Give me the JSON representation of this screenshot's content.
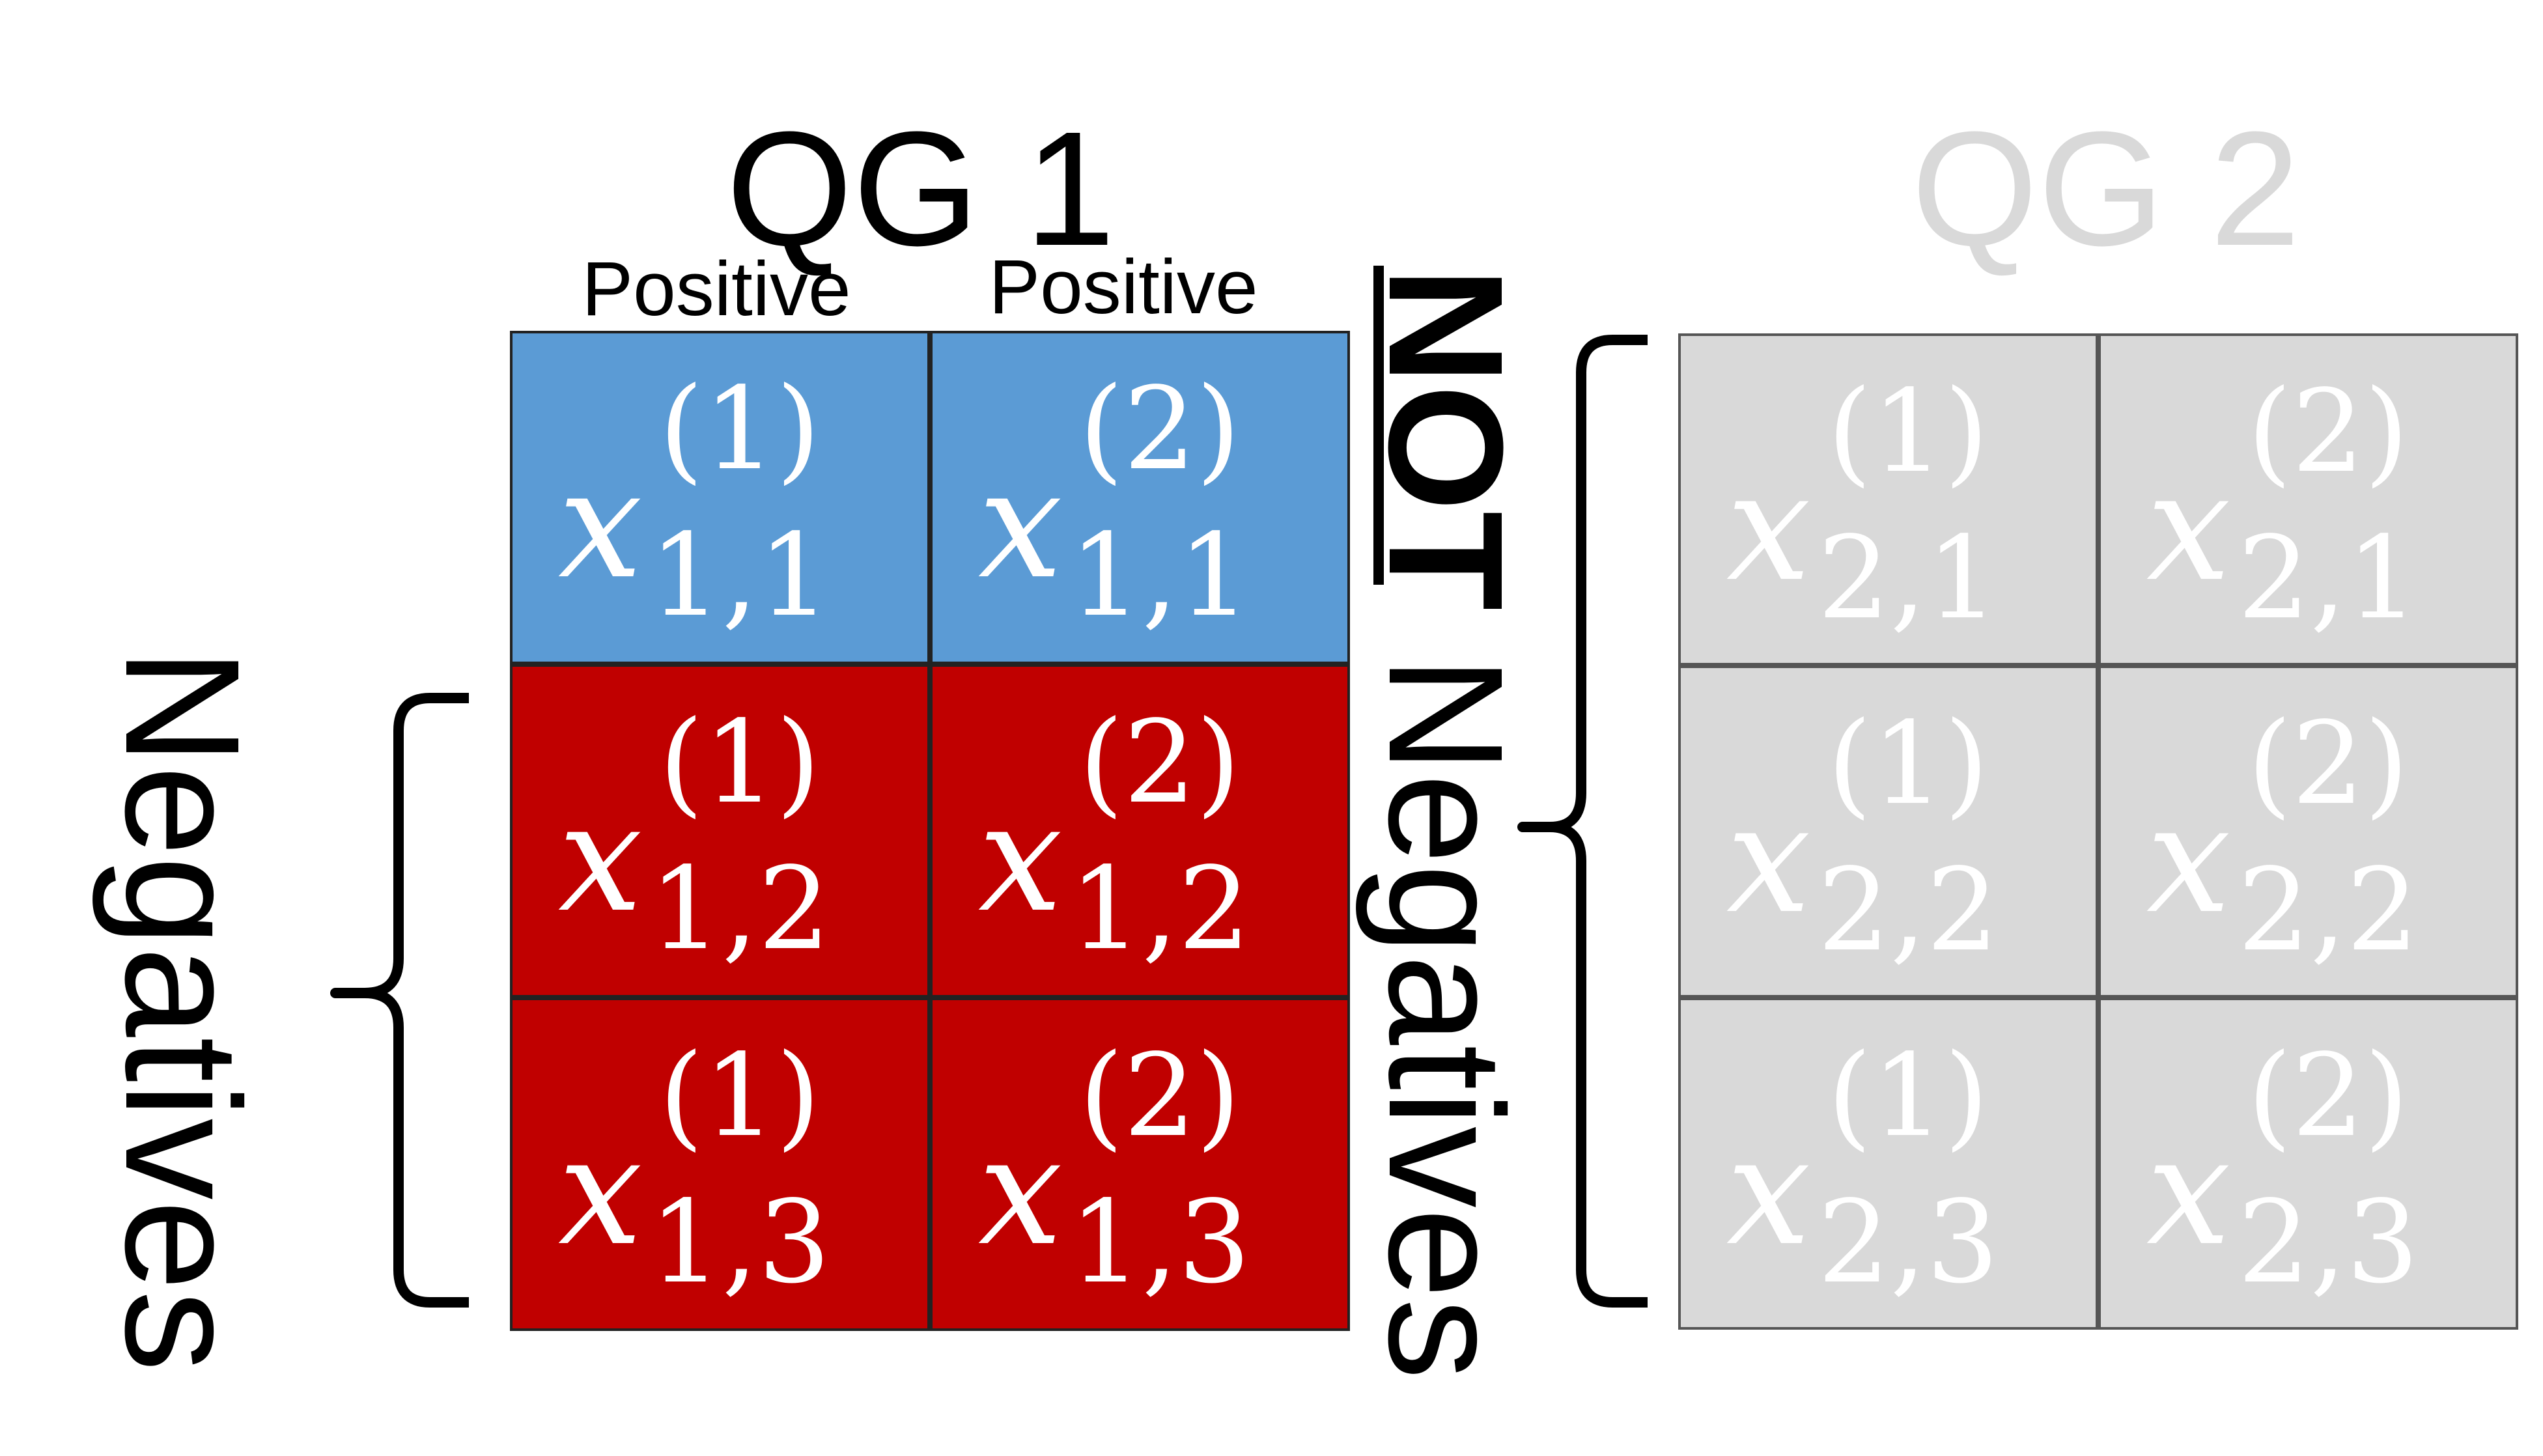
{
  "colors": {
    "positive": "#5b9bd5",
    "negative": "#c00000",
    "inactive": "#d9d9d9",
    "inactive_text": "#d9d9d9"
  },
  "groups": [
    {
      "title": "QG 1",
      "column_labels": [
        "Positive",
        "Positive"
      ],
      "rows": [
        {
          "role": "positive",
          "cells": [
            {
              "base": "x",
              "sup": "(1)",
              "sub": "1,1"
            },
            {
              "base": "x",
              "sup": "(2)",
              "sub": "1,1"
            }
          ]
        },
        {
          "role": "negative",
          "cells": [
            {
              "base": "x",
              "sup": "(1)",
              "sub": "1,2"
            },
            {
              "base": "x",
              "sup": "(2)",
              "sub": "1,2"
            }
          ]
        },
        {
          "role": "negative",
          "cells": [
            {
              "base": "x",
              "sup": "(1)",
              "sub": "1,3"
            },
            {
              "base": "x",
              "sup": "(2)",
              "sub": "1,3"
            }
          ]
        }
      ]
    },
    {
      "title": "QG 2",
      "rows": [
        {
          "role": "inactive",
          "cells": [
            {
              "base": "x",
              "sup": "(1)",
              "sub": "2,1"
            },
            {
              "base": "x",
              "sup": "(2)",
              "sub": "2,1"
            }
          ]
        },
        {
          "role": "inactive",
          "cells": [
            {
              "base": "x",
              "sup": "(1)",
              "sub": "2,2"
            },
            {
              "base": "x",
              "sup": "(2)",
              "sub": "2,2"
            }
          ]
        },
        {
          "role": "inactive",
          "cells": [
            {
              "base": "x",
              "sup": "(1)",
              "sub": "2,3"
            },
            {
              "base": "x",
              "sup": "(2)",
              "sub": "2,3"
            }
          ]
        }
      ]
    }
  ],
  "labels": {
    "negatives": "Negatives",
    "not_word": "NOT",
    "not_negatives_rest": " Negatives"
  }
}
